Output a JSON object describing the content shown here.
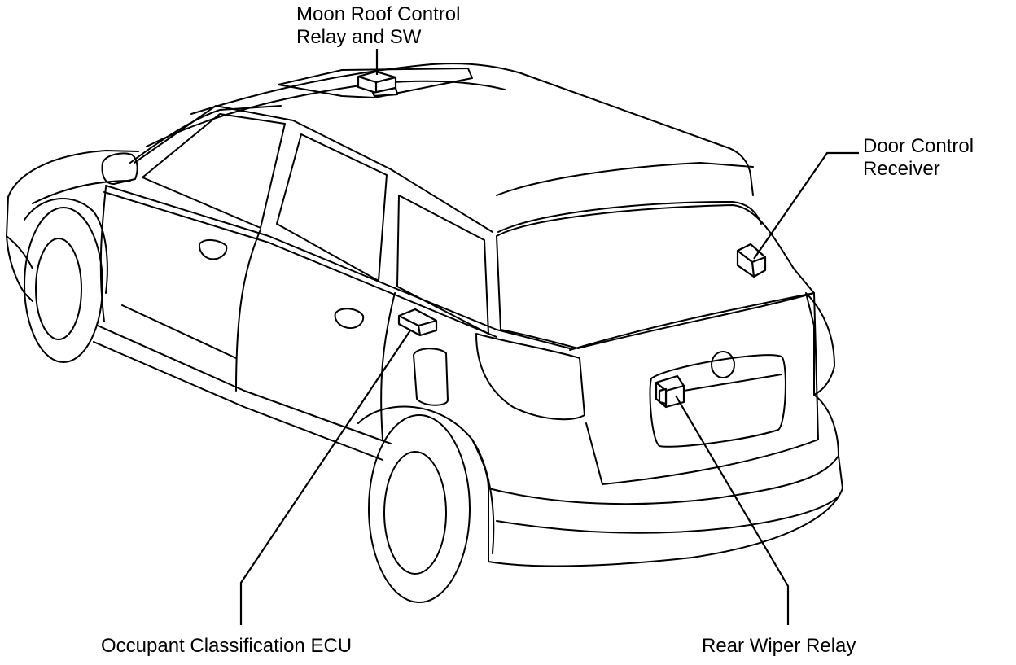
{
  "labels": {
    "moon_roof": {
      "line1": "Moon Roof Control",
      "line2": "Relay and SW"
    },
    "door_control": {
      "line1": "Door Control",
      "line2": "Receiver"
    },
    "occupant": "Occupant Classification ECU",
    "rear_wiper": "Rear Wiper Relay"
  },
  "colors": {
    "line": "#000000",
    "background": "#ffffff"
  }
}
